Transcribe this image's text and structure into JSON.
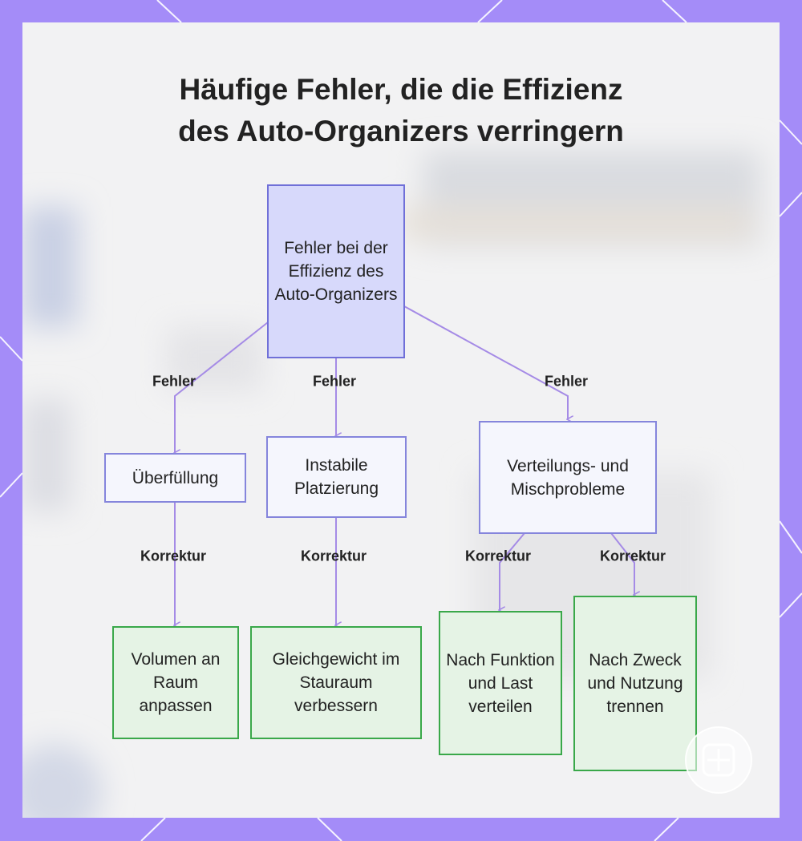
{
  "diagram": {
    "title_lines": [
      "Häufige Fehler, die die Effizienz",
      "des Auto-Organizers verringern"
    ],
    "nodes": {
      "root": "Fehler bei der Effizienz des Auto-Organizers",
      "overfill": "Überfüllung",
      "unstable": "Instabile Platzierung",
      "distribution": "Verteilungs- und Mischprobleme",
      "fix_volume": "Volumen an Raum anpassen",
      "fix_balance": "Gleichgewicht im Stauraum verbessern",
      "fix_function": "Nach Funktion und Last verteilen",
      "fix_purpose": "Nach Zweck und Nutzung trennen"
    },
    "edge_labels": {
      "error": "Fehler",
      "correction": "Korrektur"
    }
  },
  "colors": {
    "frame": "#a48cf8",
    "root_fill": "#d7d9fb",
    "issue_border": "#8585dc",
    "fix_fill": "#e5f3e5",
    "fix_border": "#3aa84a",
    "edge": "#a58be6"
  },
  "logo": {
    "icon": "grid-logo-icon"
  }
}
